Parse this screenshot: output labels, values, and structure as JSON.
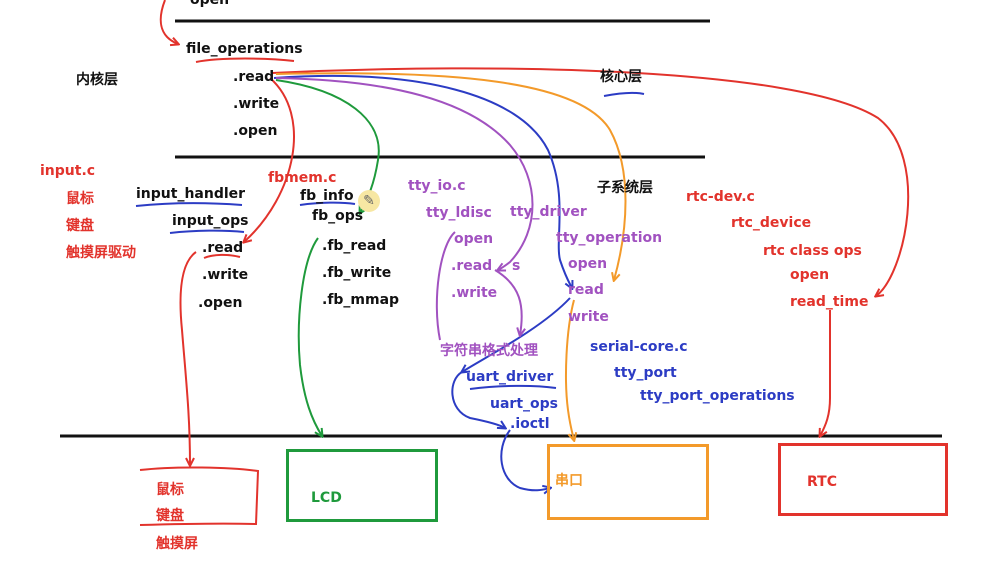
{
  "colors": {
    "black": "#111111",
    "red": "#e2332c",
    "green": "#1f9a3c",
    "blue": "#2c3cc4",
    "purple": "#a152c0",
    "orange": "#f39a2a"
  },
  "labels": {
    "open_top": "open",
    "file_operations": "file_operations",
    "kernel_layer": "内核层",
    "fo_read": ".read",
    "fo_write": ".write",
    "fo_open": ".open",
    "core_layer": "核心层",
    "subsystem_layer": "子系统层"
  },
  "input": {
    "file": "input.c",
    "mouse": "鼠标",
    "keyboard": "键盘",
    "touch_driver": "触摸屏驱动",
    "handler": "input_handler",
    "ops": "input_ops",
    "read": ".read",
    "write": ".write",
    "open": ".open"
  },
  "fb": {
    "file": "fbmem.c",
    "info": "fb_info",
    "ops": "fb_ops",
    "read": ".fb_read",
    "write": ".fb_write",
    "mmap": ".fb_mmap"
  },
  "tty": {
    "io": "tty_io.c",
    "ldisc": "tty_ldisc",
    "ldisc_open": "open",
    "ldisc_read": ".read",
    "ldisc_s": "s",
    "ldisc_write": ".write",
    "driver": "tty_driver",
    "operation": "tty_operation",
    "op_open": "open",
    "op_read": "read",
    "op_write": "write",
    "string_proc": "字符串格式处理",
    "uart_driver": "uart_driver",
    "uart_ops": "uart_ops",
    "ioctl": ".ioctl",
    "serial_core": "serial-core.c",
    "tty_port": "tty_port",
    "tty_port_ops": "tty_port_operations"
  },
  "rtc": {
    "file": "rtc-dev.c",
    "device": "rtc_device",
    "class_ops": "rtc class ops",
    "open": "open",
    "read_time": "read_time"
  },
  "hardware": {
    "input_mouse": "鼠标",
    "input_keyboard": "键盘",
    "input_touch": "触摸屏",
    "lcd": "LCD",
    "serial": "串口",
    "rtc": "RTC"
  }
}
